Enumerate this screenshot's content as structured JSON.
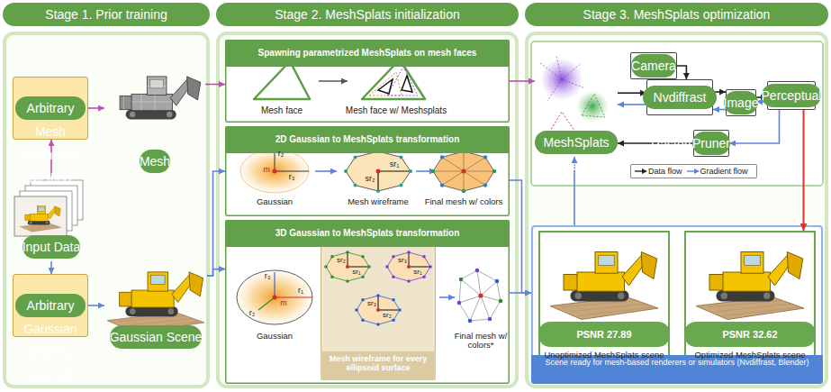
{
  "diagram": {
    "nodes": [
      {
        "text": [
          "Stage 1. Prior training"
        ]
      },
      {
        "text": [
          "Arbitrary Mesh Estimation Method"
        ],
        "in": 0
      },
      {
        "text": [
          "Arbitrary Gaussian Splatting Method"
        ],
        "in": 0
      },
      {
        "text": [
          "Mesh"
        ],
        "in": 0
      },
      {
        "text": [
          "Input Data"
        ],
        "in": 0
      },
      {
        "text": [
          "Gaussian Scene"
        ],
        "in": 0
      },
      {
        "text": [
          "Stage 2. MeshSplats initialization"
        ]
      },
      {
        "text": [
          "Spawning parametrized MeshSplats on mesh faces"
        ],
        "in": 6
      },
      {
        "text": [
          "2D Gaussian to MeshSplats transformation"
        ],
        "in": 6
      },
      {
        "text": [
          "3D Gaussian to MeshSplats transformation"
        ],
        "in": 6
      },
      {
        "text": [
          "Mesh wireframe for every ellipsoid surface"
        ],
        "in": 9
      },
      {
        "text": [
          "Stage 3. MeshSplats optimization"
        ]
      },
      {
        "text": [
          "MeshSplats scene"
        ],
        "in": 11
      },
      {
        "text": [
          "Camera"
        ],
        "in": 11
      },
      {
        "text": [
          "Nvdiffrast Differentiable Rasterizer"
        ],
        "in": 11
      },
      {
        "text": [
          "Image"
        ],
        "in": 11
      },
      {
        "text": [
          "Perceptual loss"
        ],
        "in": 11
      },
      {
        "text": [
          "Pruner"
        ],
        "in": 11
      },
      {
        "text": [
          "Scene ready for mesh-based renderers or simulators (Nvdiffrast, Blender)"
        ],
        "in": 11
      },
      {
        "text": [
          "PSNR 27.89",
          "Unoptimized MeshSplats scene"
        ],
        "in": 18
      },
      {
        "text": [
          "PSNR 32.62",
          "Optimized MeshSplats scene"
        ],
        "in": 18
      }
    ],
    "edges": [
      {
        "from": 4,
        "to": 1,
        "arrow": "to"
      },
      {
        "from": 1,
        "to": 3,
        "arrow": "to"
      },
      {
        "from": 4,
        "to": 2,
        "arrow": "to"
      },
      {
        "from": 2,
        "to": 5,
        "arrow": "to"
      },
      {
        "from": 3,
        "to": 7,
        "arrow": "to"
      },
      {
        "from": 5,
        "to": 8,
        "arrow": "to"
      },
      {
        "from": 5,
        "to": 9,
        "arrow": "to"
      },
      {
        "from": 7,
        "to": 12,
        "arrow": "to"
      },
      {
        "from": 8,
        "to": 18,
        "arrow": "to"
      },
      {
        "from": 9,
        "to": 18,
        "arrow": "to"
      },
      {
        "from": 13,
        "to": 14,
        "arrow": "to"
      },
      {
        "from": 12,
        "to": 14,
        "arrow": "to"
      },
      {
        "from": 14,
        "to": 12,
        "arrow": "to"
      },
      {
        "from": 14,
        "to": 15,
        "arrow": "to"
      },
      {
        "from": 15,
        "to": 14,
        "arrow": "to"
      },
      {
        "from": 15,
        "to": 16,
        "arrow": "to"
      },
      {
        "from": 16,
        "to": 15,
        "arrow": "to"
      },
      {
        "from": 16,
        "to": 17,
        "arrow": "to"
      },
      {
        "from": 17,
        "to": 12,
        "arrow": "to"
      },
      {
        "from": 18,
        "to": 12,
        "arrow": "to"
      },
      {
        "from": 16,
        "to": 20,
        "arrow": "to"
      }
    ],
    "labels": [
      "Mesh face",
      "Mesh face w/ Meshsplats",
      "m",
      "r₂",
      "r₃",
      "Gaussian",
      "sr₁",
      "sr₂",
      "Mesh wireframe",
      "Final mesh w/ colors",
      "r₁",
      "r₂",
      "r₃",
      "m",
      "Gaussian",
      "sr₂",
      "sr₁",
      "sr₃",
      "sr₁",
      "sr₃",
      "sr₂",
      "Final mesh w/ colors*"
    ],
    "legend": [
      {
        "text": "Data flow"
      },
      {
        "text": "Gradient flow"
      }
    ]
  }
}
